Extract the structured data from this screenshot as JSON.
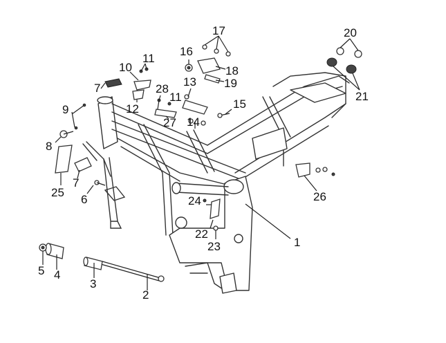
{
  "callouts": {
    "c1": "1",
    "c2": "2",
    "c3": "3",
    "c4": "4",
    "c5": "5",
    "c6": "6",
    "c7a": "7",
    "c7b": "7",
    "c8": "8",
    "c9": "9",
    "c10": "10",
    "c11a": "11",
    "c11b": "11",
    "c12": "12",
    "c13": "13",
    "c14": "14",
    "c15": "15",
    "c16": "16",
    "c17": "17",
    "c18": "18",
    "c19": "19",
    "c20": "20",
    "c21": "21",
    "c22": "22",
    "c23": "23",
    "c24": "24",
    "c25": "25",
    "c26": "26",
    "c27": "27",
    "c28": "28"
  }
}
